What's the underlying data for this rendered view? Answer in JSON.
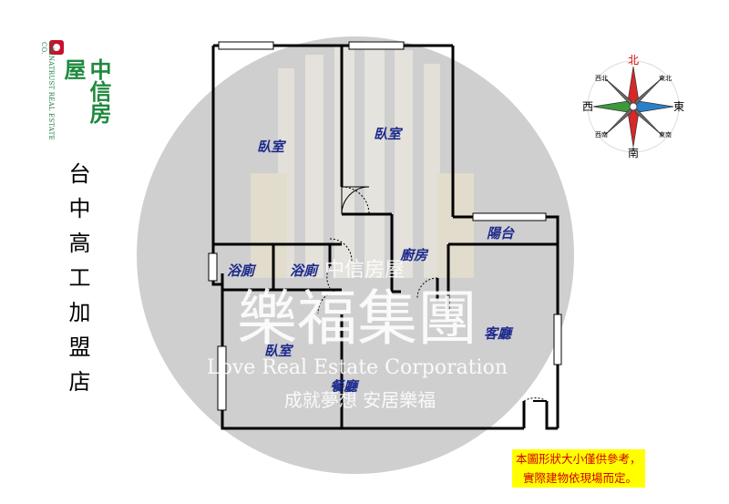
{
  "brand": {
    "name_cn": "中信房屋",
    "name_en": "CHINATRUST REAL ESTATE CO.",
    "color": "#1e8a3e",
    "mark_color": "#c8102e"
  },
  "store_name": "台中高工加盟店",
  "watermark": {
    "cn_large": "樂福集團",
    "en": "Love Real Estate Corporation",
    "slogan": "成就夢想 安居樂福",
    "overlay_brand": "中信房屋",
    "circle_color": "#c9c9c9"
  },
  "rooms": {
    "bedroom_1": "臥室",
    "bedroom_2": "臥室",
    "bedroom_3": "臥室",
    "bathroom_1": "浴廁",
    "bathroom_2": "浴廁",
    "kitchen": "廚房",
    "balcony": "陽台",
    "living_room": "客廳",
    "dining_room": "餐廳"
  },
  "room_label_color": "#1d2a8c",
  "compass": {
    "north": "北",
    "south": "南",
    "east": "東",
    "west": "西",
    "northeast": "東北",
    "northwest": "西北",
    "southeast": "東南",
    "southwest": "西南",
    "icon": "compass-rose-icon"
  },
  "disclaimer": {
    "line1": "本圖形狀大小僅供參考，",
    "line2": "實際建物依現場而定。",
    "background": "#ffff00",
    "text_color": "#d10000"
  }
}
